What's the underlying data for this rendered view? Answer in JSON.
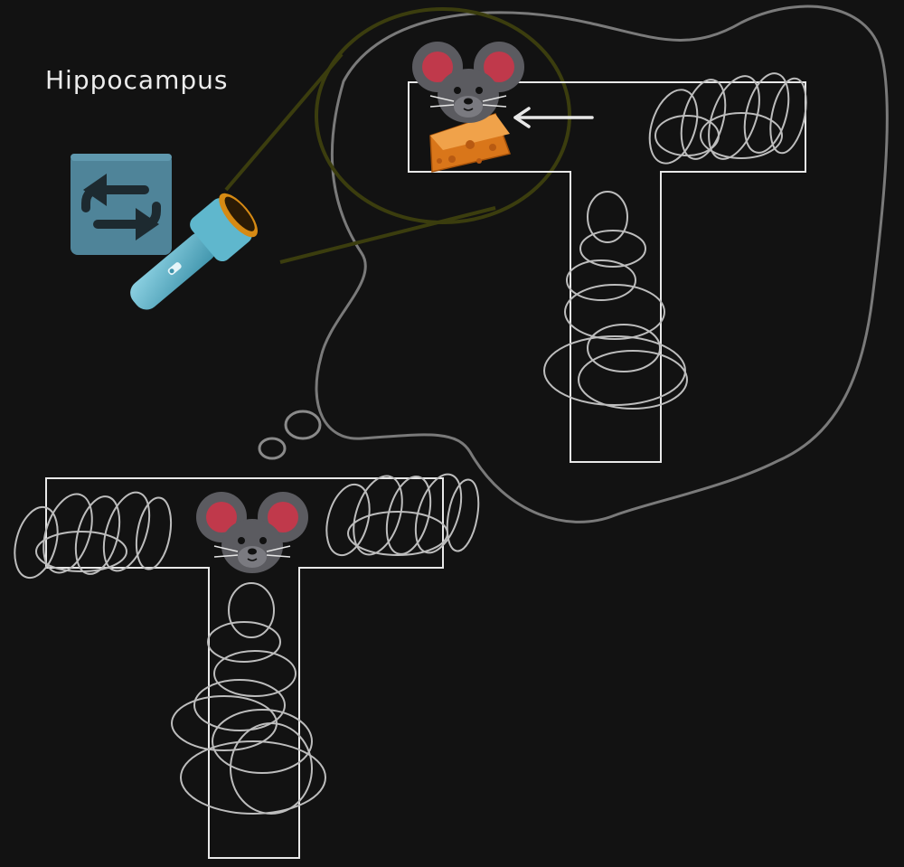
{
  "diagram": {
    "label": "Hippocampus",
    "colors": {
      "background": "#121212",
      "maze_stroke": "#e8e8e8",
      "scribble_stroke": "#bdbdbd",
      "thought_bubble": "#7a7a7a",
      "spotlight": "#3b3d0e",
      "arrow": "#e8e8e8",
      "mouse_body": "#5b5b60",
      "mouse_ear": "#c0394b",
      "cheese": "#d9761a",
      "flashlight": "#5fb7cd",
      "replay_icon": "#4f8499"
    },
    "icons": [
      "replay-icon",
      "flashlight-icon",
      "mouse-icon",
      "cheese-icon",
      "arrow-icon",
      "thought-bubble",
      "t-maze"
    ]
  }
}
